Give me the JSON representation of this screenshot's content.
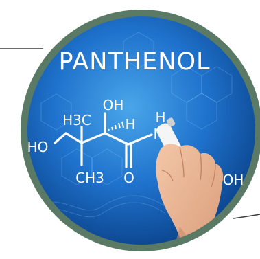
{
  "image": {
    "title": "PANTHENOL",
    "formula_labels": {
      "oh_top": "OH",
      "h3c": "H3C",
      "h_wedge": "H",
      "h_amine": "H",
      "n": "N",
      "ho_left": "HO",
      "ch3": "CH3",
      "o": "O",
      "oh_right": "OH"
    },
    "colors": {
      "frame": "#5a7a66",
      "bg_light": "#3f9be0",
      "bg_dark": "#0f4fa6",
      "ink": "#ffffff"
    }
  }
}
